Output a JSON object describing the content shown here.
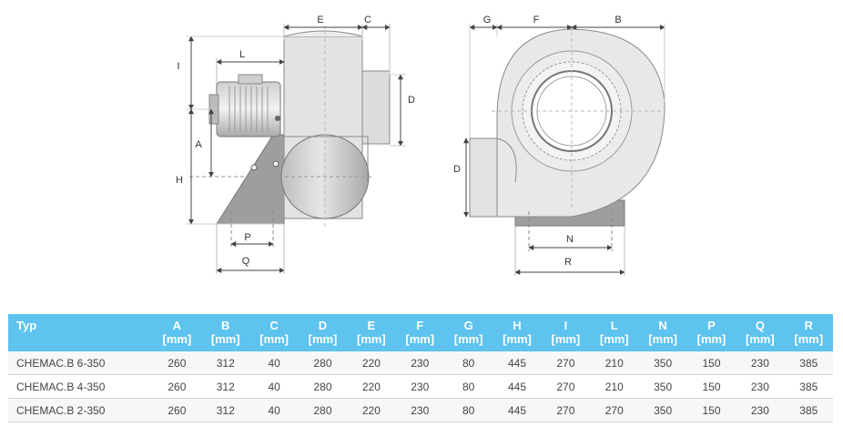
{
  "drawing": {
    "side_view_labels": {
      "E": "E",
      "C": "C",
      "L": "L",
      "I": "I",
      "D": "D",
      "A": "A",
      "H": "H",
      "P": "P",
      "Q": "Q"
    },
    "front_view_labels": {
      "G": "G",
      "F": "F",
      "B": "B",
      "D": "D",
      "N": "N",
      "R": "R"
    }
  },
  "table": {
    "columns": [
      {
        "name": "Typ",
        "unit": ""
      },
      {
        "name": "A",
        "unit": "[mm]"
      },
      {
        "name": "B",
        "unit": "[mm]"
      },
      {
        "name": "C",
        "unit": "[mm]"
      },
      {
        "name": "D",
        "unit": "[mm]"
      },
      {
        "name": "E",
        "unit": "[mm]"
      },
      {
        "name": "F",
        "unit": "[mm]"
      },
      {
        "name": "G",
        "unit": "[mm]"
      },
      {
        "name": "H",
        "unit": "[mm]"
      },
      {
        "name": "I",
        "unit": "[mm]"
      },
      {
        "name": "L",
        "unit": "[mm]"
      },
      {
        "name": "N",
        "unit": "[mm]"
      },
      {
        "name": "P",
        "unit": "[mm]"
      },
      {
        "name": "Q",
        "unit": "[mm]"
      },
      {
        "name": "R",
        "unit": "[mm]"
      }
    ],
    "rows": [
      [
        "CHEMAC.B 6-350",
        "260",
        "312",
        "40",
        "280",
        "220",
        "230",
        "80",
        "445",
        "270",
        "210",
        "350",
        "150",
        "230",
        "385"
      ],
      [
        "CHEMAC.B 4-350",
        "260",
        "312",
        "40",
        "280",
        "220",
        "230",
        "80",
        "445",
        "270",
        "210",
        "350",
        "150",
        "230",
        "385"
      ],
      [
        "CHEMAC.B 2-350",
        "260",
        "312",
        "40",
        "280",
        "220",
        "230",
        "80",
        "445",
        "270",
        "270",
        "350",
        "150",
        "230",
        "385"
      ]
    ]
  }
}
